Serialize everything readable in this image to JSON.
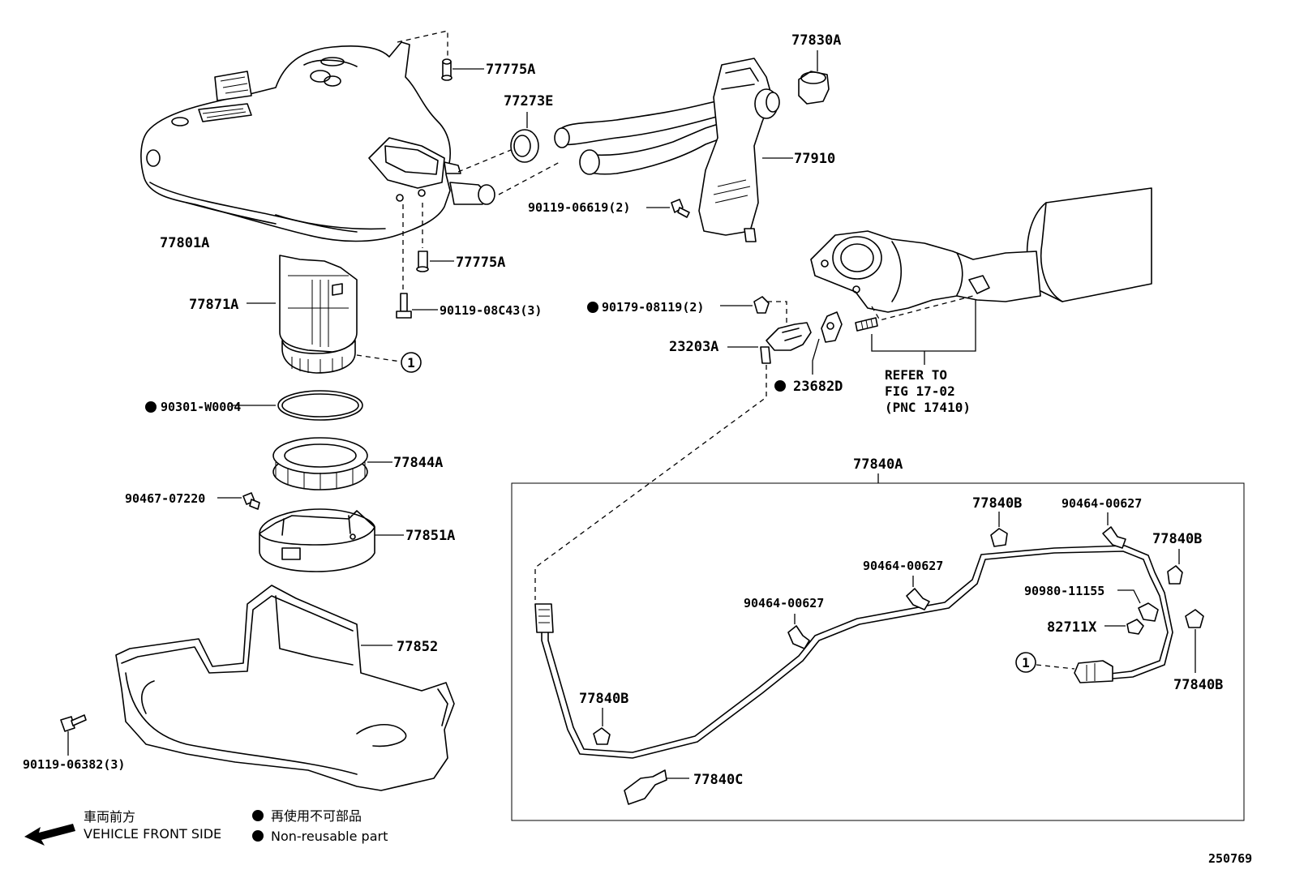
{
  "labels": {
    "p77775A_top": "77775A",
    "p77273E": "77273E",
    "p77830A": "77830A",
    "p77910": "77910",
    "p90119_06619": "90119-06619(2)",
    "p77801A": "77801A",
    "p77775A_mid": "77775A",
    "p77871A": "77871A",
    "p90119_08C43": "90119-08C43(3)",
    "p90179_08119": "90179-08119(2)",
    "p23203A": "23203A",
    "p23682D": "23682D",
    "p90301_W0004": "90301-W0004",
    "p77844A": "77844A",
    "p90467_07220": "90467-07220",
    "p77851A": "77851A",
    "p77852": "77852",
    "p90119_06382": "90119-06382(3)",
    "p77840A": "77840A",
    "p77840B_1": "77840B",
    "p90464_00627_a": "90464-00627",
    "p77840B_2": "77840B",
    "p90464_00627_b": "90464-00627",
    "p90464_00627_c": "90464-00627",
    "p90980_11155": "90980-11155",
    "p82711X": "82711X",
    "p77840B_3": "77840B",
    "p77840B_4": "77840B",
    "p77840C": "77840C"
  },
  "refer": {
    "line1": "REFER TO",
    "line2": "FIG 17-02",
    "line3": "(PNC 17410)"
  },
  "callout": "1",
  "legend": {
    "front_cjk": "車両前方",
    "front_en": "VEHICLE FRONT SIDE",
    "nonreuse_cjk": "再使用不可部品",
    "nonreuse_en": "Non-reusable part"
  },
  "figure_id": "250769"
}
